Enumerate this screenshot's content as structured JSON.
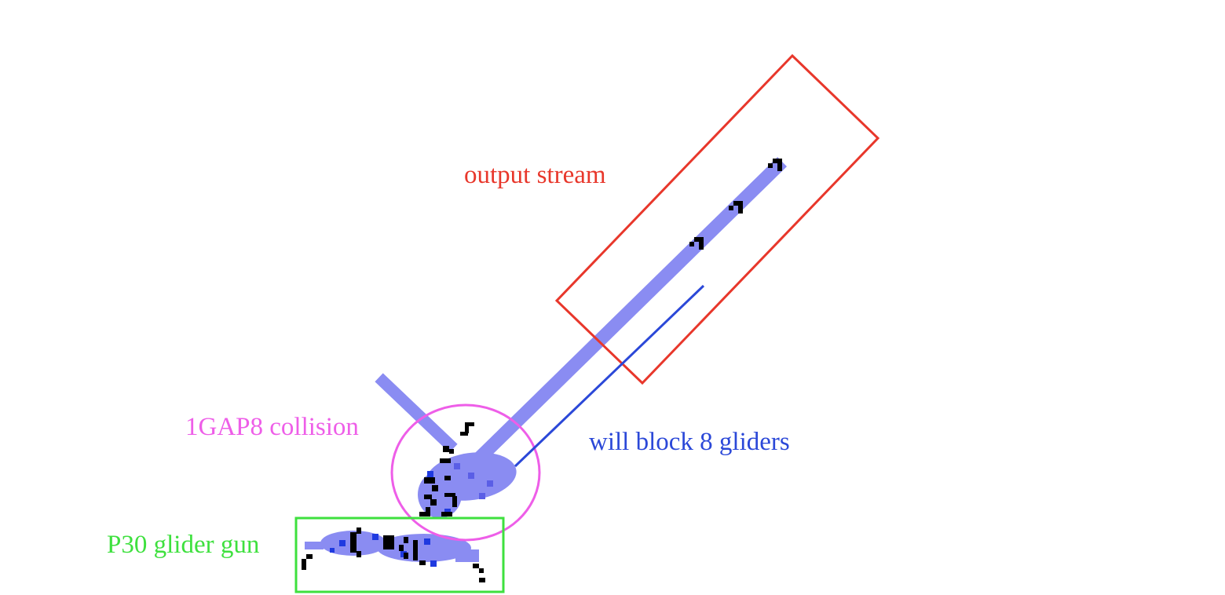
{
  "labels": {
    "output_stream": "output stream",
    "collision": "1GAP8 collision",
    "block": "will block 8 gliders",
    "gun": "P30 glider gun"
  },
  "colors": {
    "output_stream": "#e8372b",
    "collision": "#ee5ee8",
    "block": "#2b48d8",
    "gun": "#3ee03e",
    "trail": "#8a8cf2",
    "trail_dark": "#5a5ee6",
    "cells": "#000000",
    "cells_blue": "#1f3ae0"
  }
}
